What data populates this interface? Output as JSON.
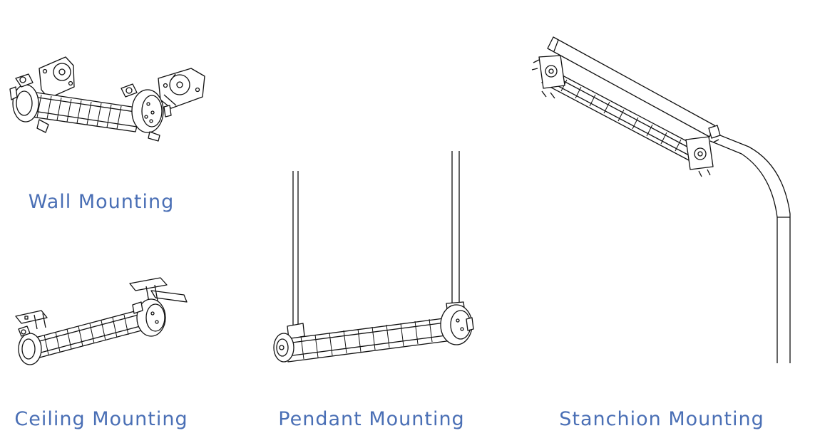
{
  "labels": {
    "wall": "Wall Mounting",
    "ceiling": "Ceiling Mounting",
    "pendant": "Pendant Mounting",
    "stanchion": "Stanchion Mounting"
  },
  "colors": {
    "label_text": "#4a6fb5",
    "line_art": "#111111"
  }
}
